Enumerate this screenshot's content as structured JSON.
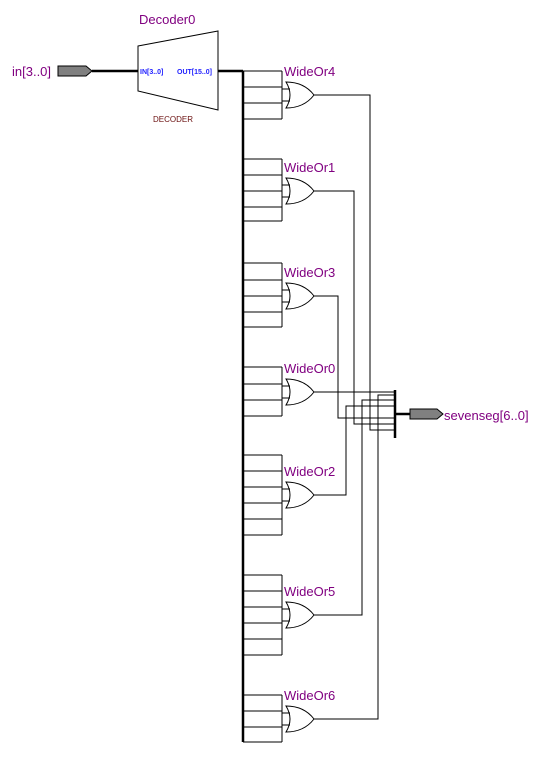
{
  "ports": {
    "input": {
      "label": "in[3..0]"
    },
    "output": {
      "label": "sevenseg[6..0]"
    }
  },
  "decoder": {
    "instance": "Decoder0",
    "type": "DECODER",
    "in_pin": "IN[3..0]",
    "out_pin": "OUT[15..0]"
  },
  "gates": [
    {
      "label": "WideOr4"
    },
    {
      "label": "WideOr1"
    },
    {
      "label": "WideOr3"
    },
    {
      "label": "WideOr0"
    },
    {
      "label": "WideOr2"
    },
    {
      "label": "WideOr5"
    },
    {
      "label": "WideOr6"
    }
  ]
}
